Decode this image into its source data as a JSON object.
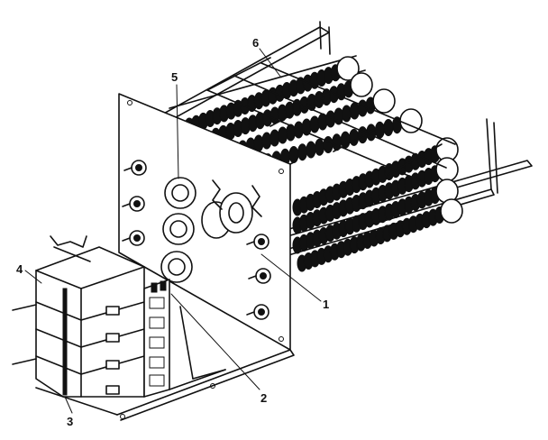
{
  "diagram": {
    "callouts": [
      {
        "id": "1",
        "label": "1"
      },
      {
        "id": "2",
        "label": "2"
      },
      {
        "id": "3",
        "label": "3"
      },
      {
        "id": "4",
        "label": "4"
      },
      {
        "id": "5",
        "label": "5"
      },
      {
        "id": "6",
        "label": "6"
      }
    ]
  },
  "colors": {
    "ink": "#111111",
    "background": "#ffffff"
  }
}
